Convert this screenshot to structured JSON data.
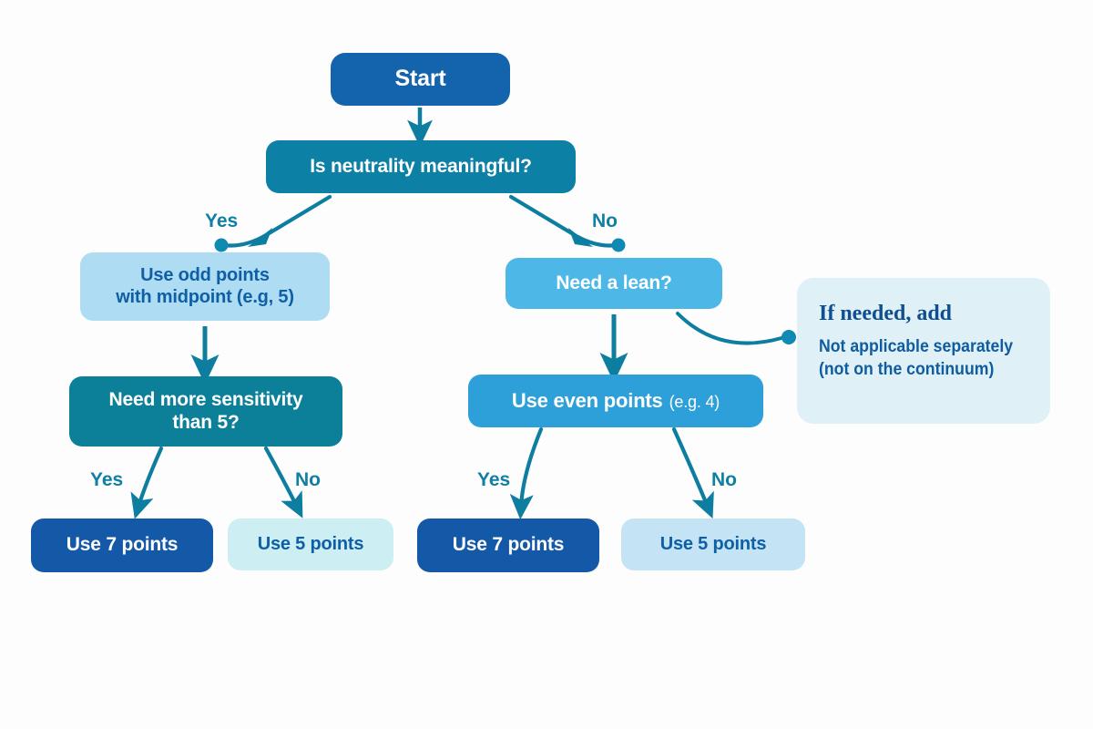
{
  "diagram": {
    "title": "Likert scale point selection decision flowchart",
    "background": "#fdfdfd",
    "accent": "#0f7fa3"
  },
  "nodes": {
    "start": {
      "label": "Start",
      "color": "#1464ad"
    },
    "neutrality": {
      "label": "Is neutrality meaningful?",
      "color": "#0d80a6"
    },
    "odd_points": {
      "line1": "Use odd points",
      "line2": "with midpoint (e.g, 5)",
      "color": "#aedcf2"
    },
    "need_lean": {
      "label": "Need a lean?",
      "color": "#4db8e8"
    },
    "sensitivity": {
      "line1": "Need more sensitivity",
      "line2": "than 5?",
      "color": "#0d8099"
    },
    "even_points": {
      "main": "Use even points",
      "sub": "(e.g. 4)",
      "color": "#2d9fd9"
    },
    "seven_left": {
      "label": "Use 7 points",
      "color": "#1458a8"
    },
    "five_left": {
      "label": "Use 5 points",
      "color": "#cdeef2"
    },
    "seven_right": {
      "label": "Use 7 points",
      "color": "#1458a8"
    },
    "five_right": {
      "label": "Use 5 points",
      "color": "#c4e4f5"
    }
  },
  "note": {
    "title": "If needed, add",
    "line1": "Not applicable separately",
    "line2": "(not on the continuum)",
    "color": "#dff0f7"
  },
  "edge_labels": {
    "yes_top": "Yes",
    "no_top": "No",
    "yes_left": "Yes",
    "no_left": "No",
    "yes_right": "Yes",
    "no_right": "No"
  }
}
